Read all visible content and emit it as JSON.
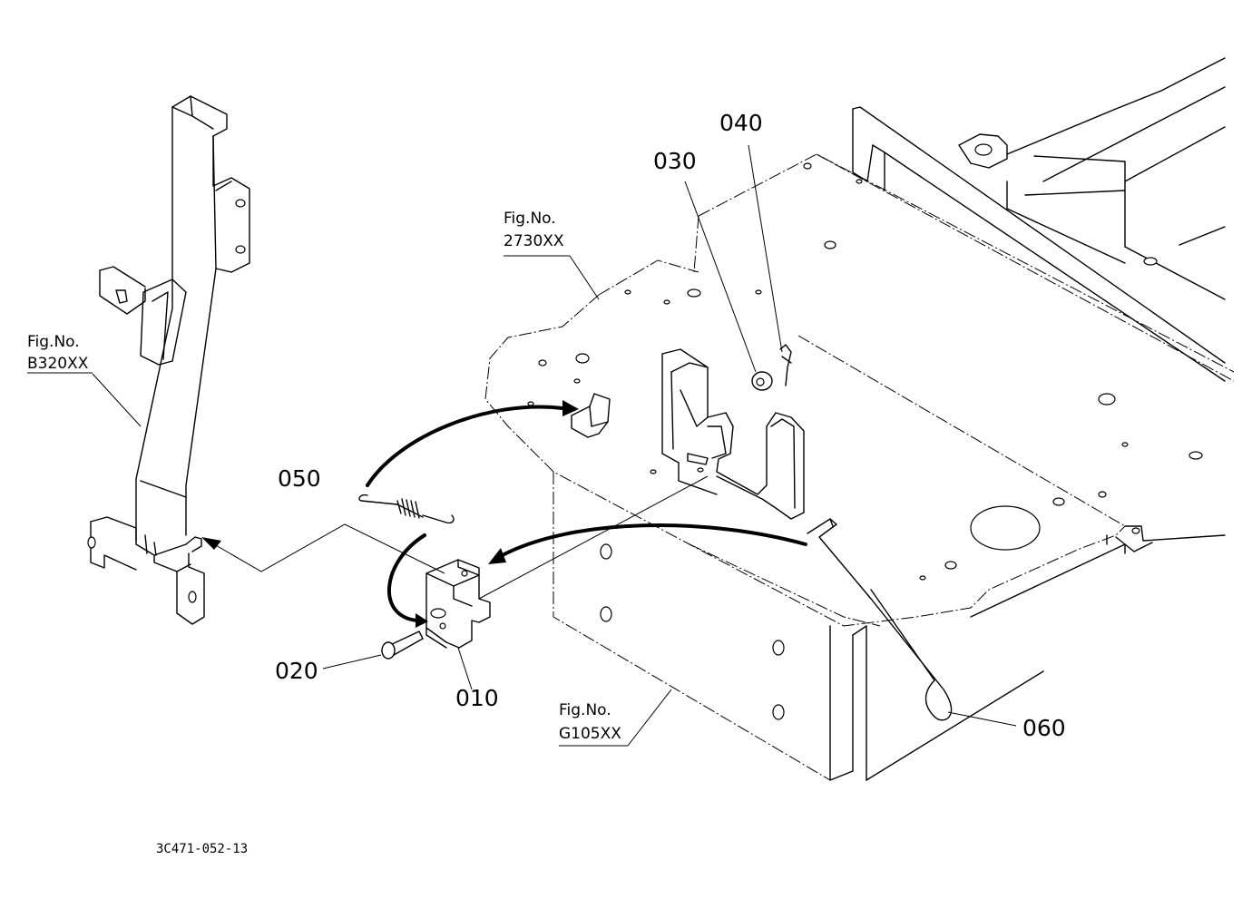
{
  "parts": {
    "p010": "010",
    "p020": "020",
    "p030": "030",
    "p040": "040",
    "p050": "050",
    "p060": "060"
  },
  "figure_refs": {
    "b320": {
      "label": "Fig.No.",
      "code": "B320XX"
    },
    "f2730": {
      "label": "Fig.No.",
      "code": "2730XX"
    },
    "g105": {
      "label": "Fig.No.",
      "code": "G105XX"
    }
  },
  "drawing_code": "3C471-052-13"
}
